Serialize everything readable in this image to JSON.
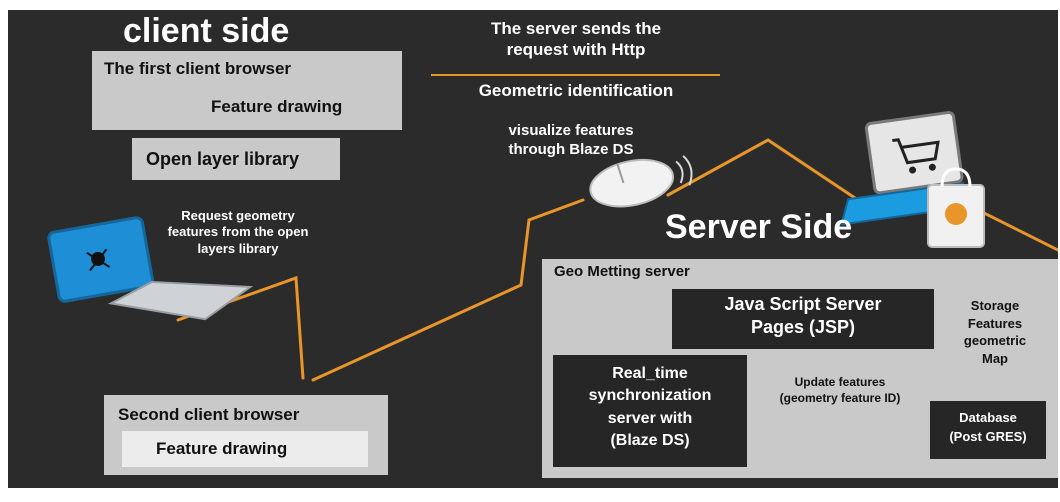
{
  "client": {
    "heading": "client side",
    "first_browser": {
      "title": "The first client browser",
      "feature": "Feature drawing"
    },
    "openlayers": "Open layer library",
    "request_note": [
      "Request geometry",
      "features from the open",
      "layers library"
    ],
    "second_browser": {
      "title": "Second client browser",
      "feature": "Feature drawing"
    }
  },
  "middle": {
    "http_note": [
      "The server sends the",
      "request with Http"
    ],
    "geometric": "Geometric identification",
    "blaze_note": [
      "visualize features",
      "through Blaze DS"
    ]
  },
  "server": {
    "heading": "Server Side",
    "panel_title": "Geo Metting server",
    "jsp": [
      "Java Script Server",
      "Pages (JSP)"
    ],
    "storage": [
      "Storage",
      "Features",
      "geometric",
      "Map"
    ],
    "realtime": [
      "Real_time",
      "synchronization",
      "server with",
      "(Blaze DS)"
    ],
    "update": [
      "Update features",
      "(geometry feature ID)"
    ],
    "database": [
      "Database",
      "(Post GRES)"
    ]
  },
  "colors": {
    "background": "#2b2b2b",
    "accent": "#e8962a",
    "panel": "#c9c9c9",
    "dark_box": "#262626"
  },
  "icons": [
    "laptop-icon",
    "computer-mouse-icon",
    "shopping-cart-laptop-icon",
    "shopping-bag-icon"
  ]
}
